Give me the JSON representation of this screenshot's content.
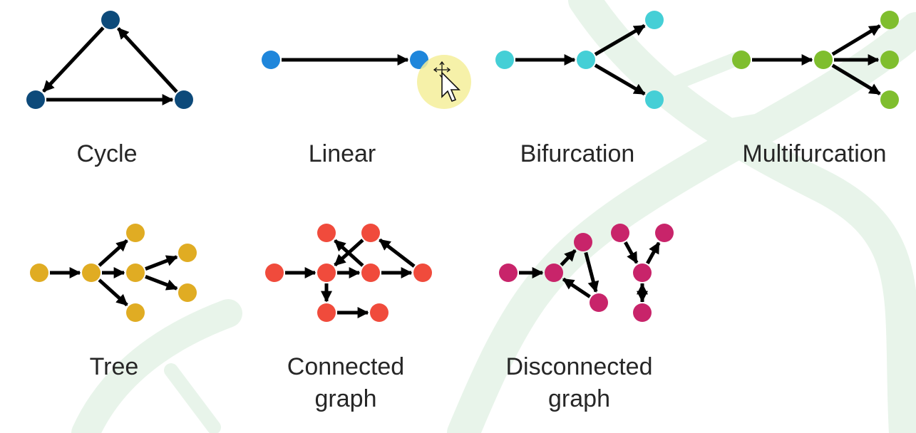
{
  "colors": {
    "cycle": "#0d4a7a",
    "linear": "#1f86db",
    "bifurcation": "#45cfd6",
    "multifurcation": "#7fbe2e",
    "tree": "#e0ac23",
    "connected": "#f04b3c",
    "disconnected": "#c8246a",
    "edge": "#000000",
    "background_motif": "#e8f4ea",
    "cursor_highlight": "#f5ef9a"
  },
  "labels": {
    "cycle": "Cycle",
    "linear": "Linear",
    "bifurcation": "Bifurcation",
    "multifurcation": "Multifurcation",
    "tree": "Tree",
    "connected_line1": "Connected",
    "connected_line2": "graph",
    "disconnected_line1": "Disconnected",
    "disconnected_line2": "graph"
  },
  "graphs": [
    {
      "id": "cycle",
      "color_key": "cycle",
      "node_count": 3,
      "edges": [
        [
          0,
          1
        ],
        [
          1,
          2
        ],
        [
          2,
          0
        ]
      ]
    },
    {
      "id": "linear",
      "color_key": "linear",
      "node_count": 2,
      "edges": [
        [
          0,
          1
        ]
      ]
    },
    {
      "id": "bifurcation",
      "color_key": "bifurcation",
      "node_count": 4,
      "edges": [
        [
          0,
          1
        ],
        [
          1,
          2
        ],
        [
          1,
          3
        ]
      ]
    },
    {
      "id": "multifurcation",
      "color_key": "multifurcation",
      "node_count": 5,
      "edges": [
        [
          0,
          1
        ],
        [
          1,
          2
        ],
        [
          1,
          3
        ],
        [
          1,
          4
        ]
      ]
    },
    {
      "id": "tree",
      "color_key": "tree",
      "node_count": 7,
      "edges": [
        [
          0,
          1
        ],
        [
          1,
          2
        ],
        [
          1,
          3
        ],
        [
          1,
          4
        ],
        [
          3,
          5
        ],
        [
          3,
          6
        ]
      ]
    },
    {
      "id": "connected",
      "color_key": "connected",
      "node_count": 8,
      "edges": [
        [
          0,
          1
        ],
        [
          1,
          2
        ],
        [
          2,
          3
        ],
        [
          3,
          4
        ],
        [
          4,
          1
        ],
        [
          2,
          5
        ],
        [
          1,
          6
        ],
        [
          6,
          7
        ]
      ]
    },
    {
      "id": "disconnected",
      "color_key": "disconnected",
      "node_count": 8,
      "edges": [
        [
          0,
          1
        ],
        [
          1,
          2
        ],
        [
          2,
          3
        ],
        [
          3,
          1
        ],
        [
          4,
          6
        ],
        [
          6,
          5
        ],
        [
          6,
          7
        ],
        [
          7,
          6
        ]
      ]
    }
  ],
  "cursor": {
    "icon": "move-cursor-icon"
  }
}
